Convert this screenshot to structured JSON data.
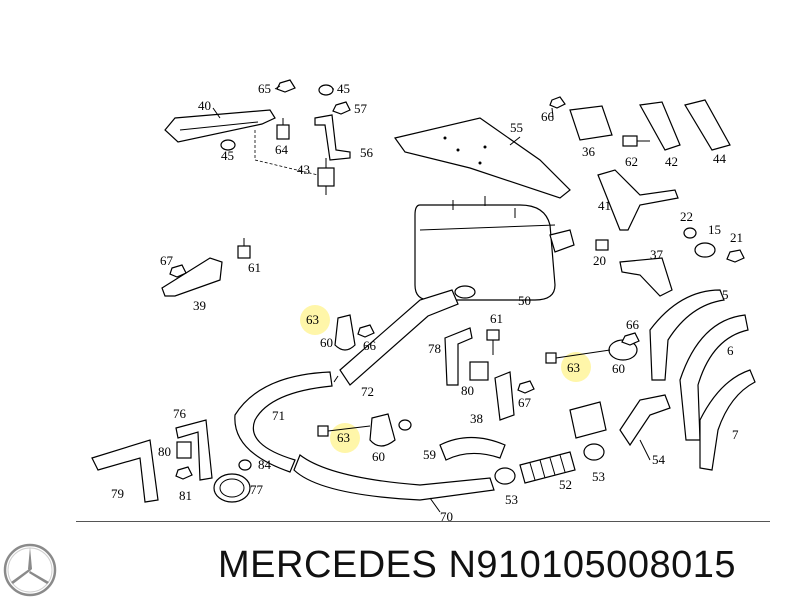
{
  "diagram": {
    "labels": {
      "p65": "65",
      "p45a": "45",
      "p40": "40",
      "p57": "57",
      "p55": "55",
      "p66a": "66",
      "p64": "64",
      "p45b": "45",
      "p56": "56",
      "p43": "43",
      "p36": "36",
      "p62": "62",
      "p42": "42",
      "p44": "44",
      "p41": "41",
      "p67a": "67",
      "p61a": "61",
      "p39": "39",
      "p22": "22",
      "p15": "15",
      "p21": "21",
      "p37": "37",
      "p20": "20",
      "p50": "50",
      "p5": "5",
      "p63a": "63",
      "p60a": "60",
      "p66b": "66",
      "p61b": "61",
      "p78": "78",
      "p66c": "66",
      "p72": "72",
      "p80a": "80",
      "p6": "6",
      "p63b": "63",
      "p60b": "60",
      "p67b": "67",
      "p38": "38",
      "p76": "76",
      "p71": "71",
      "p63c": "63",
      "p7": "7",
      "p60c": "60",
      "p59": "59",
      "p54": "54",
      "p80b": "80",
      "p84": "84",
      "p53a": "53",
      "p52": "52",
      "p53b": "53",
      "p77": "77",
      "p79": "79",
      "p81": "81",
      "p70": "70"
    },
    "highlight_color": "#fff59a"
  },
  "footer": {
    "brand": "MERCEDES",
    "part_number": "N910105008015",
    "logo_icon": "mercedes-star-icon"
  }
}
